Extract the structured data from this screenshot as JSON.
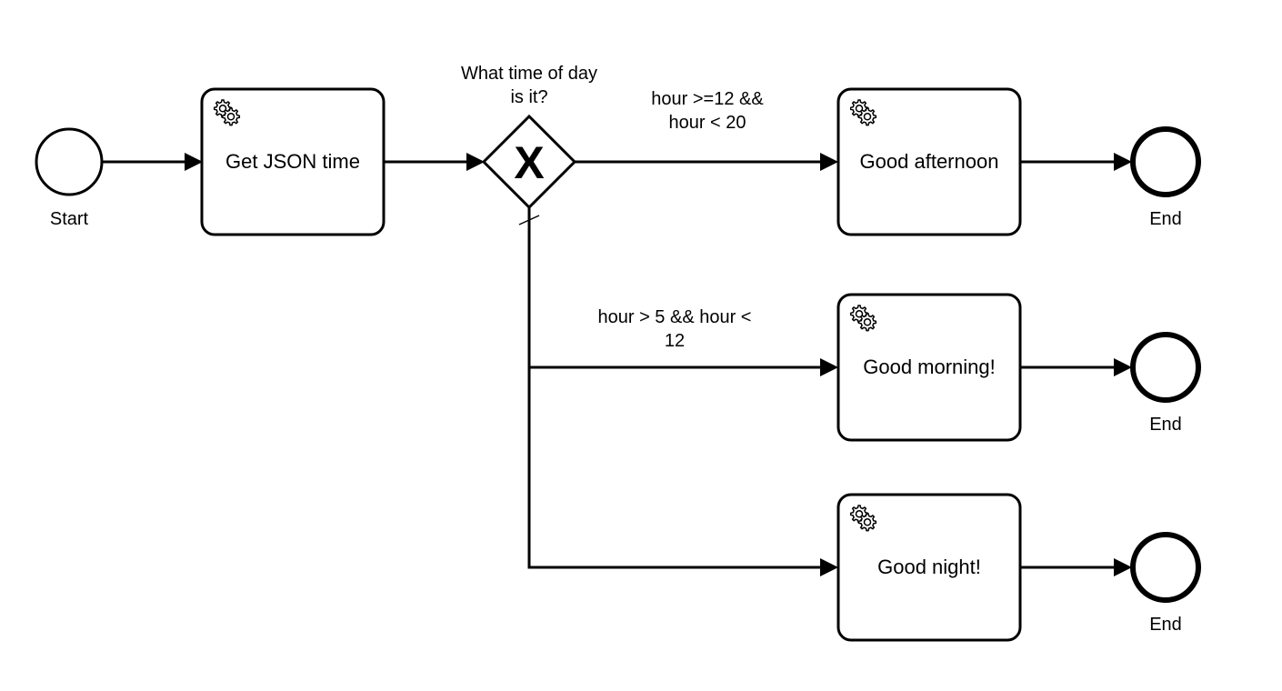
{
  "diagram": {
    "start": {
      "label": "Start"
    },
    "tasks": [
      {
        "id": "get-json-time",
        "label": "Get JSON time",
        "icon": "gear-icon"
      },
      {
        "id": "good-afternoon",
        "label": "Good afternoon",
        "icon": "gear-icon"
      },
      {
        "id": "good-morning",
        "label": "Good morning!",
        "icon": "gear-icon"
      },
      {
        "id": "good-night",
        "label": "Good night!",
        "icon": "gear-icon"
      }
    ],
    "gateway": {
      "label": "What time of day is it?",
      "marker": "X",
      "type": "exclusive"
    },
    "flows": [
      {
        "condition": "hour >=12 && hour < 20"
      },
      {
        "condition": "hour > 5 && hour < 12"
      }
    ],
    "ends": [
      {
        "label": "End"
      },
      {
        "label": "End"
      },
      {
        "label": "End"
      }
    ]
  }
}
